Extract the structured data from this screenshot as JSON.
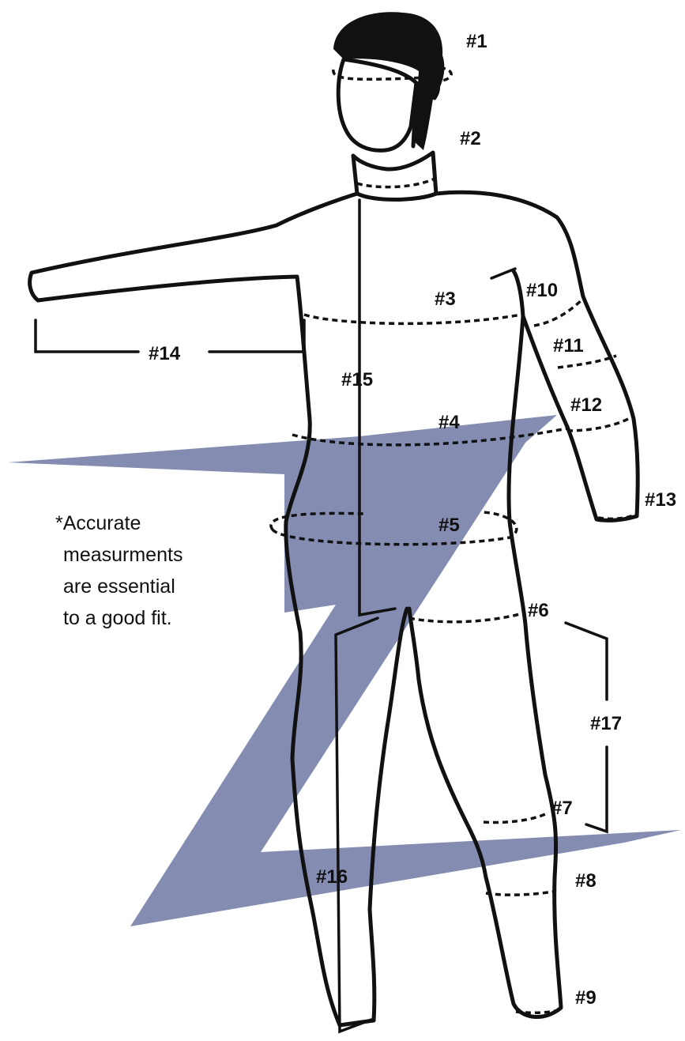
{
  "colors": {
    "stripe": "#7d87ad",
    "outline": "#111111",
    "hair": "#111111",
    "background": "#ffffff"
  },
  "labels": {
    "m1": "#1",
    "m2": "#2",
    "m3": "#3",
    "m4": "#4",
    "m5": "#5",
    "m6": "#6",
    "m7": "#7",
    "m8": "#8",
    "m9": "#9",
    "m10": "#10",
    "m11": "#11",
    "m12": "#12",
    "m13": "#13",
    "m14": "#14",
    "m15": "#15",
    "m16": "#16",
    "m17": "#17"
  },
  "note": {
    "line1": "*Accurate",
    "line2": "measurments",
    "line3": "are essential",
    "line4": "to a good fit."
  }
}
